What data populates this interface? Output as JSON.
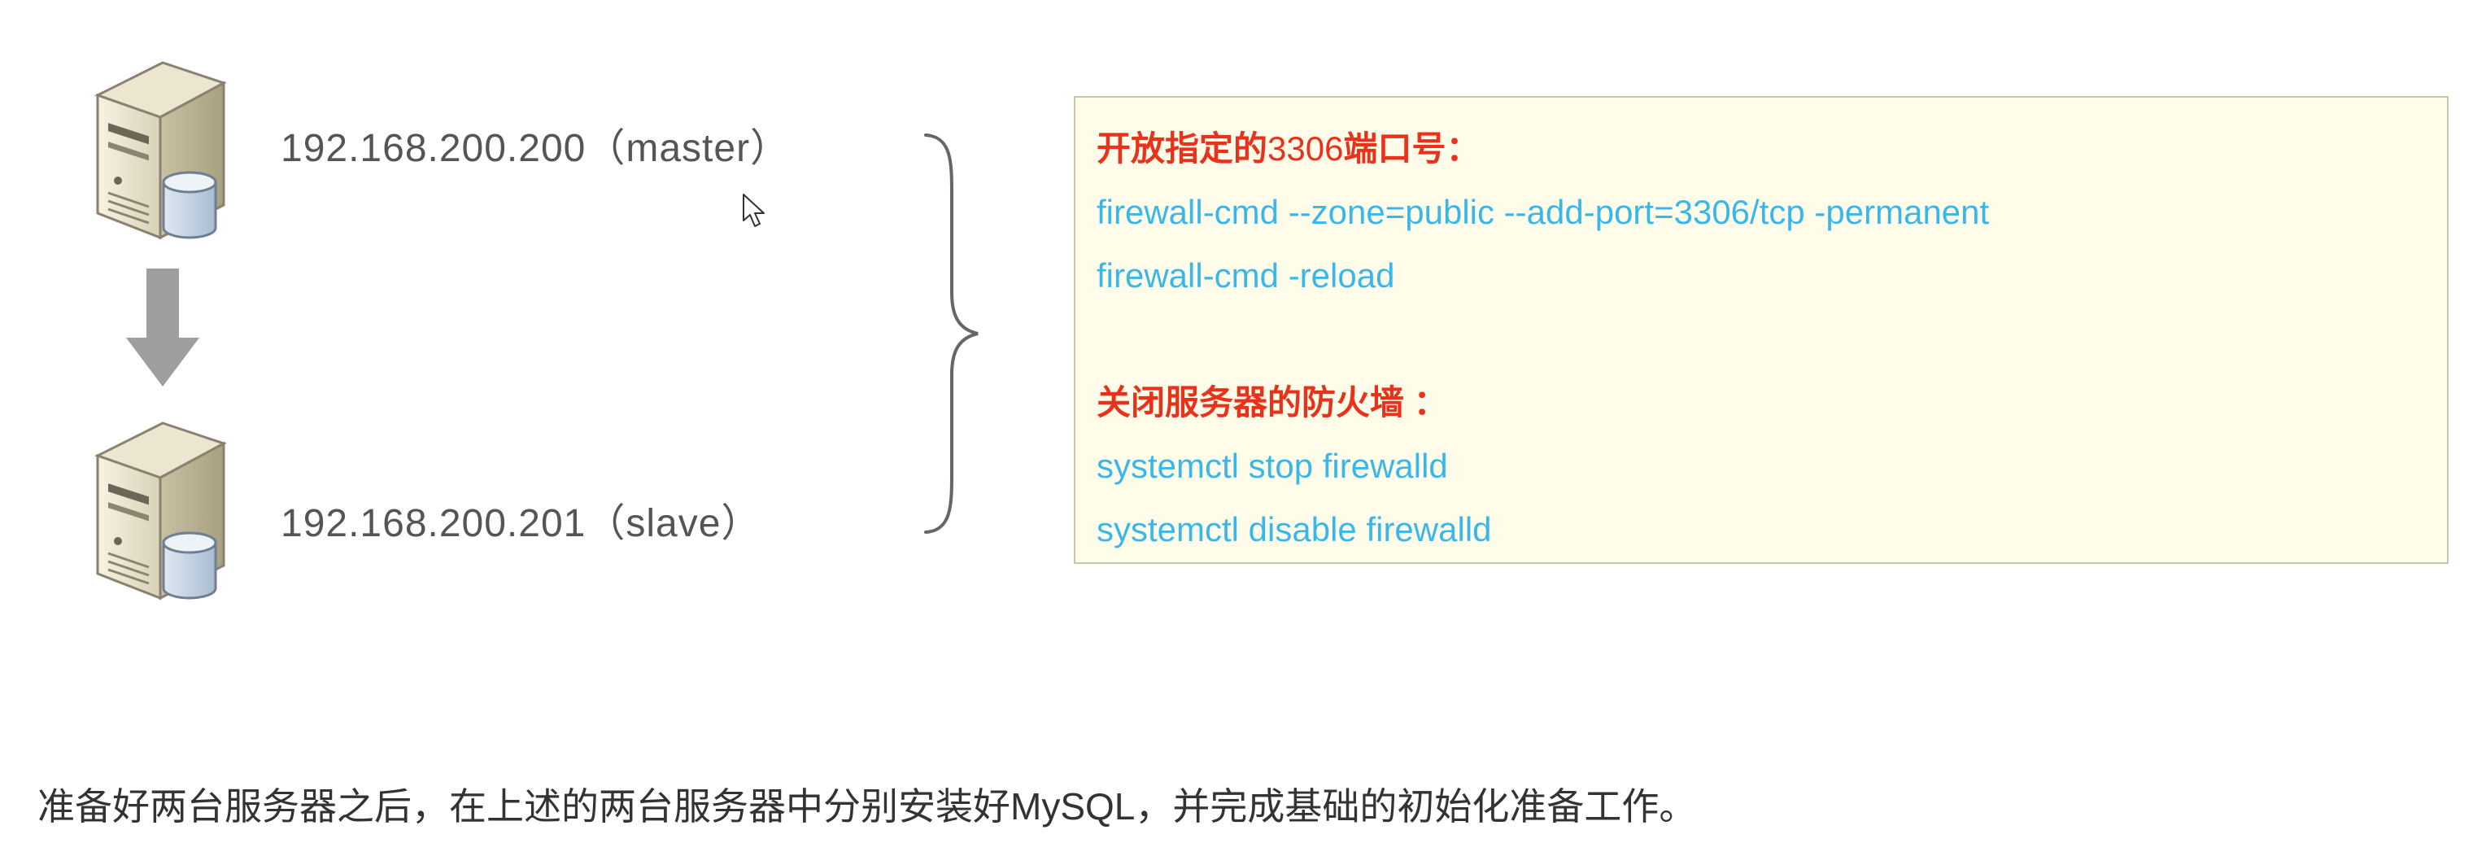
{
  "servers": {
    "master": {
      "label": "192.168.200.200（master）"
    },
    "slave": {
      "label": "192.168.200.201（slave）"
    }
  },
  "note": {
    "section1": {
      "heading_prefix": "开放指定的",
      "heading_number": "3306",
      "heading_suffix": "端口号：",
      "commands": [
        "firewall-cmd --zone=public --add-port=3306/tcp -permanent",
        "firewall-cmd -reload"
      ]
    },
    "section2": {
      "heading": "关闭服务器的防火墙 ：",
      "commands": [
        "systemctl  stop  firewalld",
        "systemctl  disable  firewalld"
      ]
    }
  },
  "caption": "准备好两台服务器之后，在上述的两台服务器中分别安装好MySQL，并完成基础的初始化准备工作。",
  "colors": {
    "heading": "#e8331c",
    "code": "#3ab7ea",
    "note_background": "#fffde9",
    "arrow": "#9e9e9e"
  }
}
